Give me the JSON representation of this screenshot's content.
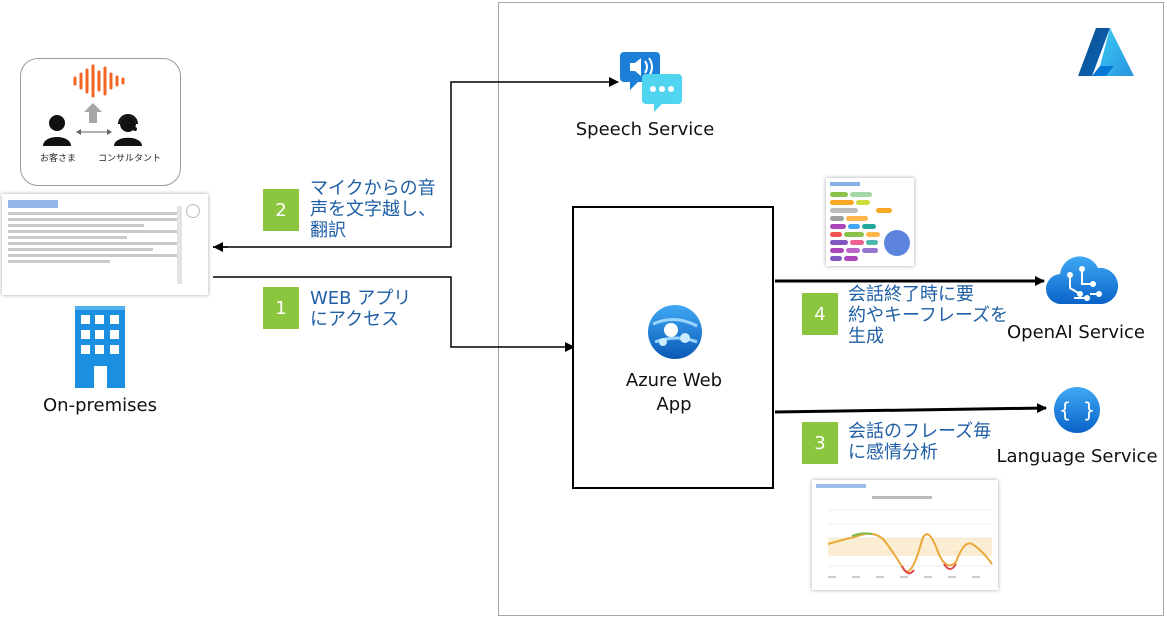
{
  "nodes": {
    "speech_service": "Speech Service",
    "openai_service": "OpenAI Service",
    "language_service": "Language Service",
    "web_app_line1": "Azure Web",
    "web_app_line2": "App",
    "on_premises": "On-premises",
    "customer": "お客さま",
    "consultant": "コンサルタント"
  },
  "steps": [
    {
      "number": "1",
      "line1": "WEB アプリ",
      "line2": "にアクセス"
    },
    {
      "number": "2",
      "line1": "マイクからの音",
      "line2": "声を文字越し、",
      "line3": "翻訳"
    },
    {
      "number": "3",
      "line1": "会話のフレーズ毎",
      "line2": "に感情分析"
    },
    {
      "number": "4",
      "line1": "会話終了時に要",
      "line2": "約やキーフレーズを",
      "line3": "生成"
    }
  ],
  "colors": {
    "step_green": "#8cc63f",
    "step_text_blue": "#1f5fa5",
    "azure_blue": "#0078d4",
    "sound_orange": "#f26522"
  },
  "icons": [
    "azure-logo-icon",
    "speech-service-icon",
    "openai-service-icon",
    "language-service-icon",
    "web-app-icon",
    "building-icon",
    "customer-icon",
    "consultant-icon",
    "sound-wave-icon"
  ]
}
